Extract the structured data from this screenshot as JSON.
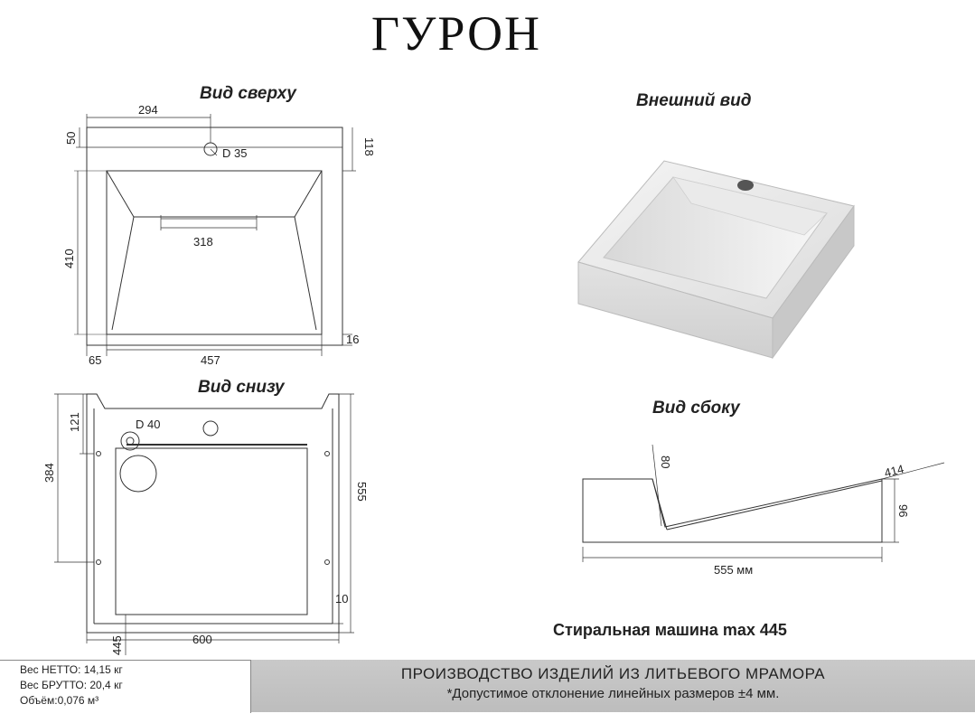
{
  "title": "ГУРОН",
  "views": {
    "top": "Вид сверху",
    "bottom": "Вид снизу",
    "external": "Внешний вид",
    "side": "Вид сбоку"
  },
  "top_view_dims": {
    "width_294": "294",
    "offset_50": "50",
    "hole_d35": "D 35",
    "depth_118": "118",
    "bowl_318": "318",
    "height_410": "410",
    "edge_16": "16",
    "left_65": "65",
    "bowl_457": "457"
  },
  "bottom_view_dims": {
    "drain_d40": "D 40",
    "offset_121": "121",
    "height_384": "384",
    "depth_555": "555",
    "edge_10": "10",
    "left_445": "445",
    "width_600": "600"
  },
  "side_view_dims": {
    "dim_80": "80",
    "dim_414": "414",
    "dim_96": "96",
    "length_555": "555 мм"
  },
  "washer_note": "Стиральная машина max 445",
  "footer": {
    "specs": [
      "Вес НЕТТО: 14,15 кг",
      "Вес БРУТТО: 20,4 кг",
      "Объём:0,076 м³"
    ],
    "production": "ПРОИЗВОДСТВО ИЗДЕЛИЙ ИЗ ЛИТЬЕВОГО МРАМОРА",
    "tolerance": "*Допустимое отклонение линейных размеров ±4 мм."
  }
}
